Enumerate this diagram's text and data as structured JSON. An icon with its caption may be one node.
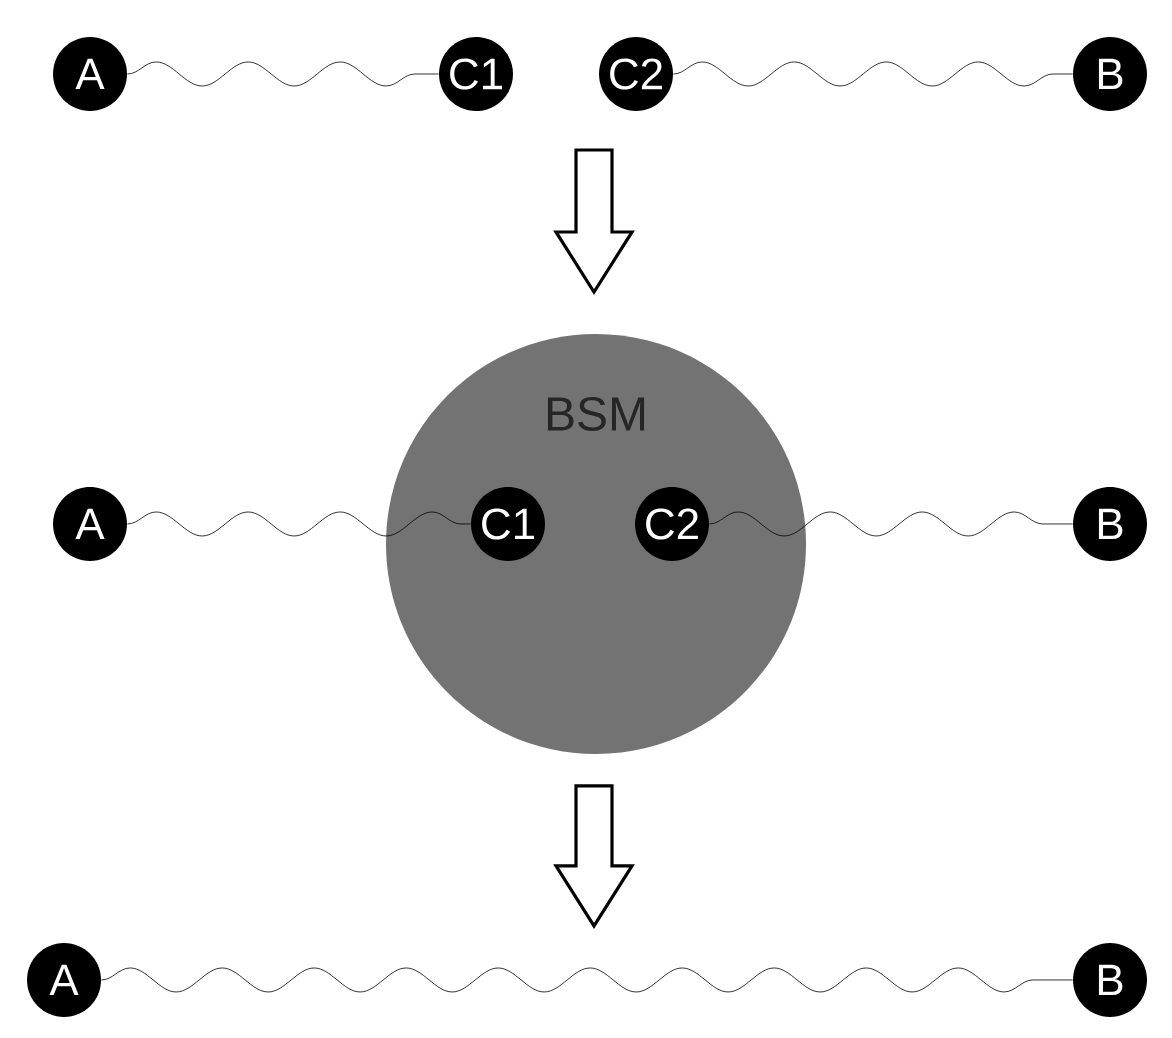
{
  "diagram": {
    "nodes": [
      {
        "text": [
          "A"
        ]
      },
      {
        "text": [
          "C1"
        ]
      },
      {
        "text": [
          "C2"
        ]
      },
      {
        "text": [
          "B"
        ]
      },
      {
        "text": [
          "BSM"
        ]
      },
      {
        "text": [
          "A"
        ]
      },
      {
        "text": [
          "C1"
        ],
        "in": 4
      },
      {
        "text": [
          "C2"
        ],
        "in": 4
      },
      {
        "text": [
          "B"
        ]
      },
      {
        "text": [
          "A"
        ]
      },
      {
        "text": [
          "B"
        ]
      }
    ],
    "edges": [
      {
        "from": 0,
        "to": 1,
        "arrow": "none"
      },
      {
        "from": 2,
        "to": 3,
        "arrow": "none"
      },
      {
        "from": 5,
        "to": 6,
        "arrow": "none"
      },
      {
        "from": 7,
        "to": 8,
        "arrow": "none"
      },
      {
        "from": 9,
        "to": 10,
        "arrow": "none"
      }
    ]
  }
}
